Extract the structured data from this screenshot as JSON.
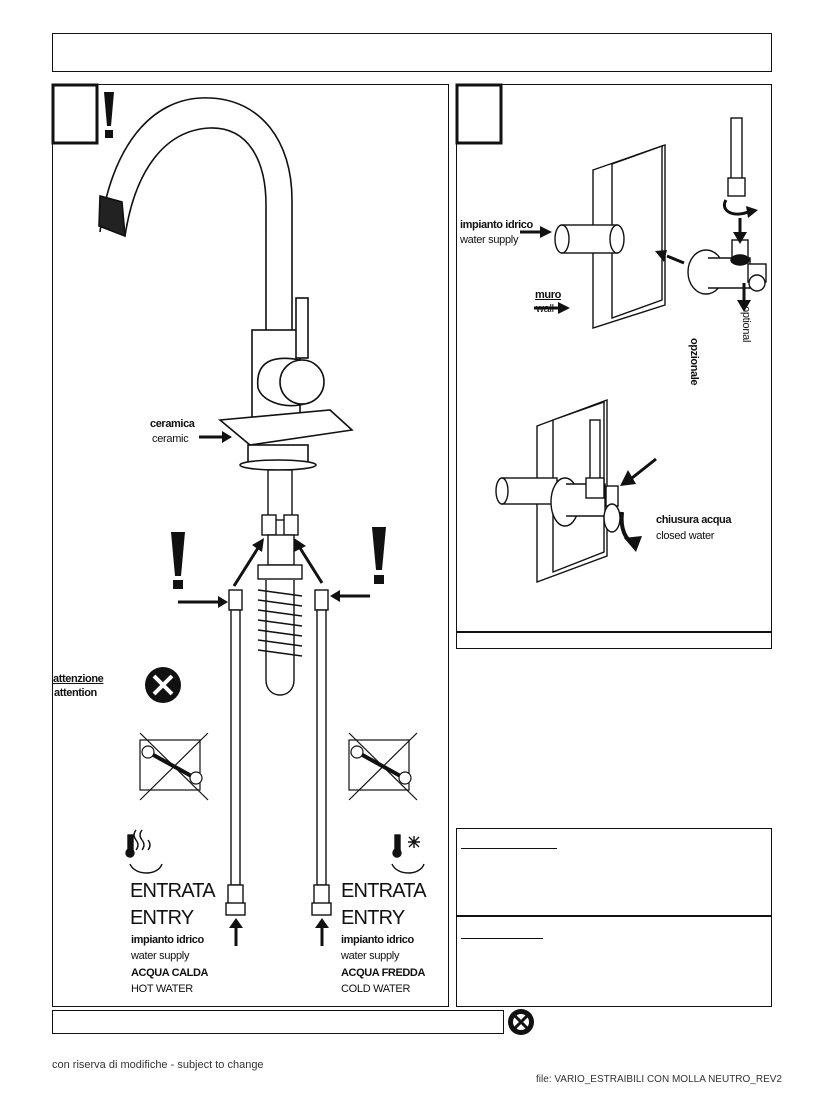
{
  "panel_left": {
    "ceramic_it": "ceramica",
    "ceramic_en": "ceramic",
    "attention_it": "attenzione",
    "attention_en": "attention",
    "hot": {
      "entrata": "ENTRATA",
      "entry": "ENTRY",
      "supply_it": "impianto idrico",
      "supply_en": "water supply",
      "water_it": "ACQUA CALDA",
      "water_en": "HOT WATER"
    },
    "cold": {
      "entrata": "ENTRATA",
      "entry": "ENTRY",
      "supply_it": "impianto idrico",
      "supply_en": "water supply",
      "water_it": "ACQUA FREDDA",
      "water_en": "COLD WATER"
    }
  },
  "panel_right": {
    "water_supply_it": "impianto idrico",
    "water_supply_en": "water supply",
    "wall_it": "muro",
    "wall_en": "wall",
    "optional_it": "opzionale",
    "optional_en": "optional",
    "closed_it": "chiusura acqua",
    "closed_en": "closed water"
  },
  "footer": {
    "left": "con riserva di modifiche - subject to change",
    "right": "file: VARIO_ESTRAIBILI CON MOLLA NEUTRO_REV2"
  },
  "icons": [
    "warning-exclamation-icon",
    "prohibited-icon",
    "wrench-crossed-icon",
    "hot-water-icon",
    "cold-water-icon",
    "arrow-icon"
  ]
}
